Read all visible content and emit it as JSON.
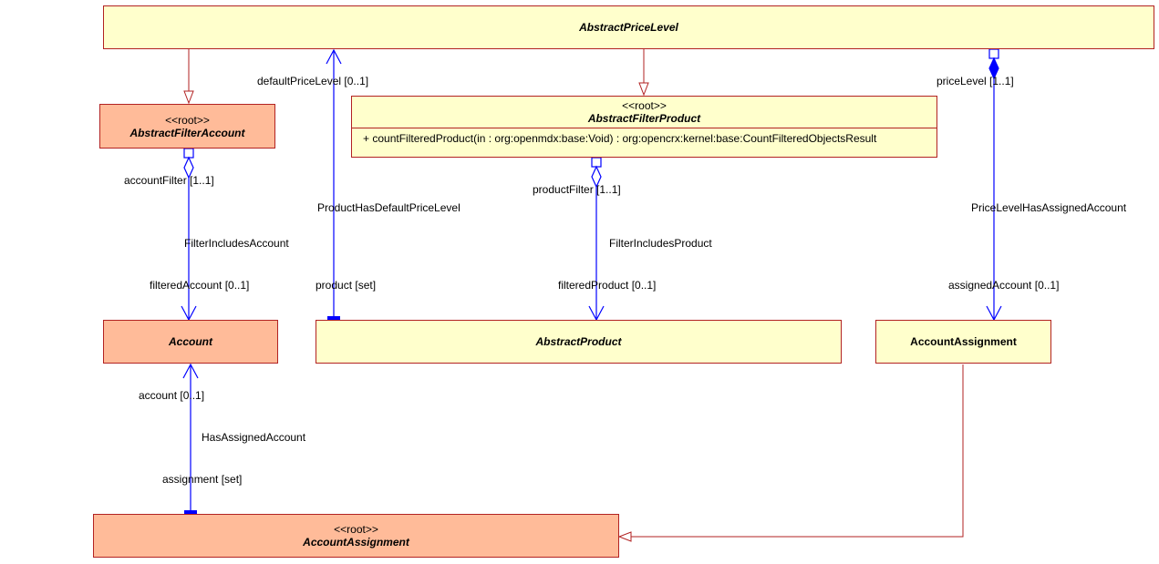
{
  "classes": {
    "abstract_price_level": {
      "name": "AbstractPriceLevel"
    },
    "abstract_filter_account": {
      "stereotype": "<<root>>",
      "name": "AbstractFilterAccount"
    },
    "abstract_filter_product": {
      "stereotype": "<<root>>",
      "name": "AbstractFilterProduct",
      "operation": "+ countFilteredProduct(in : org:openmdx:base:Void) : org:opencrx:kernel:base:CountFilteredObjectsResult"
    },
    "account": {
      "name": "Account"
    },
    "abstract_product": {
      "name": "AbstractProduct"
    },
    "account_assignment_plain": {
      "name": "AccountAssignment"
    },
    "account_assignment_root": {
      "stereotype": "<<root>>",
      "name": "AccountAssignment"
    }
  },
  "associations": {
    "filter_includes_account": {
      "name": "FilterIncludesAccount",
      "source_end": "accountFilter [1..1]",
      "target_end": "filteredAccount [0..1]"
    },
    "product_has_default_price_level": {
      "name": "ProductHasDefaultPriceLevel",
      "source_end": "defaultPriceLevel [0..1]",
      "target_end": "product [set]"
    },
    "filter_includes_product": {
      "name": "FilterIncludesProduct",
      "source_end": "productFilter [1..1]",
      "target_end": "filteredProduct [0..1]"
    },
    "price_level_has_assigned_account": {
      "name": "PriceLevelHasAssignedAccount",
      "source_end": "priceLevel [1..1]",
      "target_end": "assignedAccount [0..1]"
    },
    "has_assigned_account": {
      "name": "HasAssignedAccount",
      "source_end": "account [0..1]",
      "target_end": "assignment [set]"
    }
  },
  "colors": {
    "class_border": "#b22222",
    "class_fill_yellow": "#ffffcc",
    "class_fill_salmon": "#ffbb99",
    "association_line": "#0000ff",
    "generalization_line": "#b22222"
  }
}
